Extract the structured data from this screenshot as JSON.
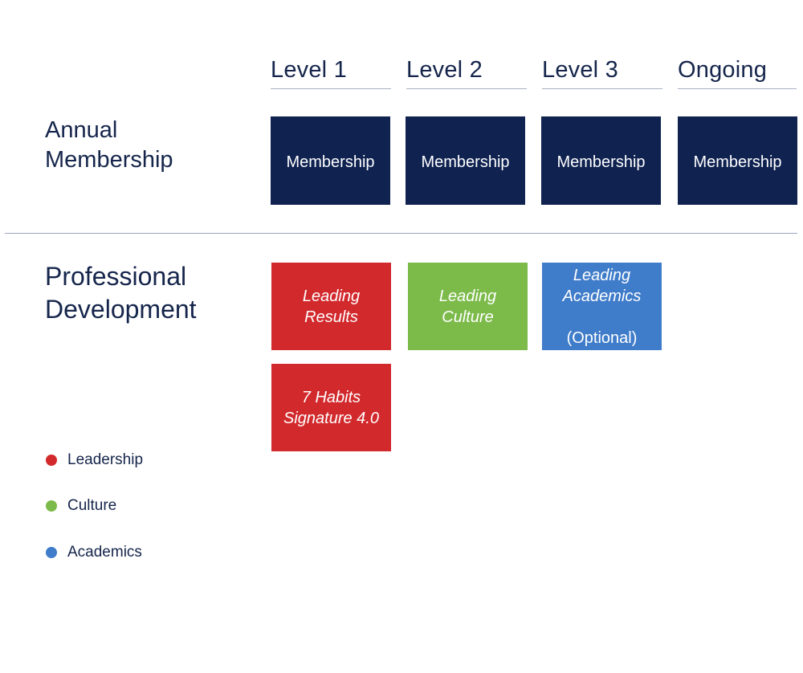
{
  "columns": [
    "Level 1",
    "Level 2",
    "Level 3",
    "Ongoing"
  ],
  "rows": {
    "annual_membership": {
      "label": "Annual\nMembership",
      "tiles": [
        "Membership",
        "Membership",
        "Membership",
        "Membership"
      ]
    },
    "professional_development": {
      "label": "Professional\nDevelopment",
      "tiles": [
        {
          "text": "Leading\nResults",
          "category": "Leadership",
          "column": "Level 1"
        },
        {
          "text": "Leading\nCulture",
          "category": "Culture",
          "column": "Level 2"
        },
        {
          "text": "Leading\nAcademics",
          "note": "(Optional)",
          "category": "Academics",
          "column": "Level 3"
        },
        {
          "text": "7 Habits\nSignature 4.0",
          "category": "Leadership",
          "column": "Level 1"
        }
      ]
    }
  },
  "legend": [
    {
      "label": "Leadership",
      "color": "#d2292d"
    },
    {
      "label": "Culture",
      "color": "#7cba4a"
    },
    {
      "label": "Academics",
      "color": "#3f7cc9"
    }
  ],
  "colors": {
    "membership": "#0f2250",
    "text": "#15254b"
  }
}
